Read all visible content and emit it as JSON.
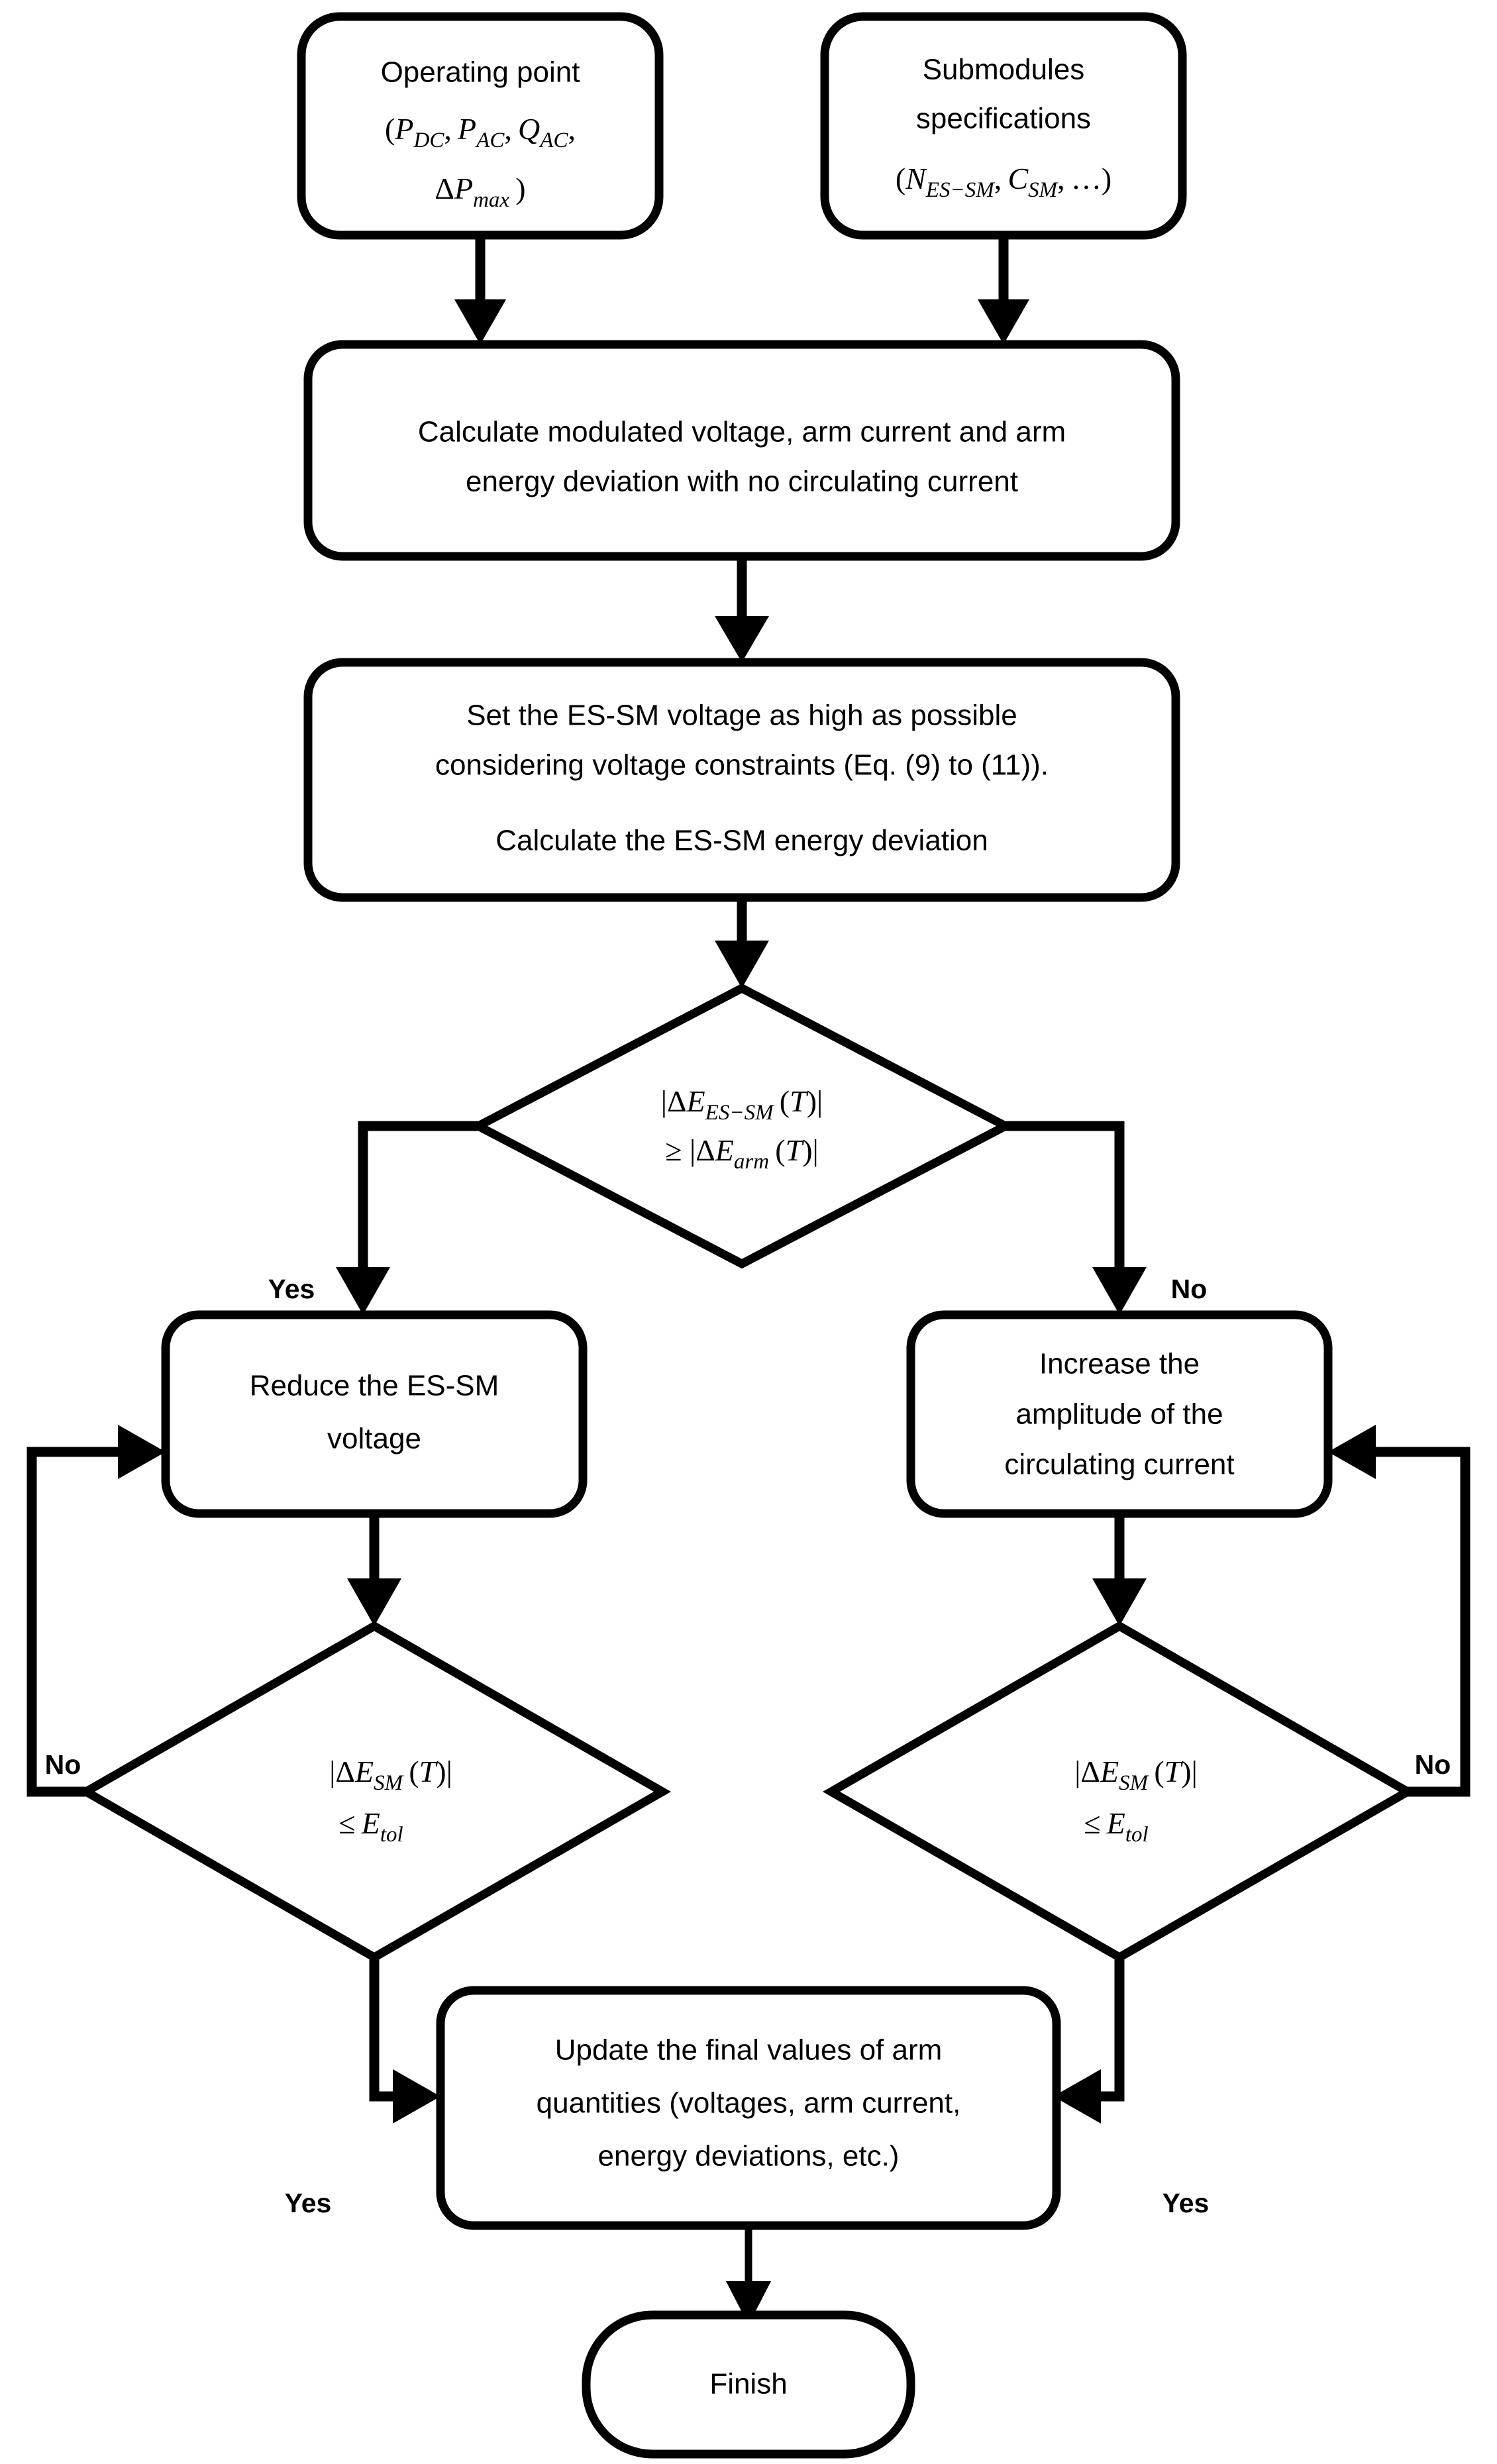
{
  "diagram": {
    "title": "ES-SM energy deviation sizing flowchart",
    "colors": {
      "stroke": "#000000",
      "fill": "#ffffff",
      "text": "#000000"
    },
    "nodes": {
      "operating_point": {
        "type": "terminator",
        "line1": "Operating point",
        "math": "(P_DC , P_AC , Q_AC ,",
        "math_line2": "ΔP_max )",
        "parts": {
          "p1_base": "P",
          "p1_sub": "DC",
          "p2_base": "P",
          "p2_sub": "AC",
          "p3_base": "Q",
          "p3_sub": "AC",
          "p4_delta": "ΔP",
          "p4_sub": "max",
          "open_paren": "(",
          "close_paren": ")",
          "comma": ","
        }
      },
      "submodules": {
        "type": "terminator",
        "line1": "Submodules",
        "line2": "specifications",
        "math": "(N_ES−SM , C_SM , …)",
        "parts": {
          "n_base": "N",
          "n_sub": "ES−SM",
          "c_base": "C",
          "c_sub": "SM",
          "ellipsis": "…"
        }
      },
      "calculate_modulated": {
        "type": "process",
        "line1": "Calculate modulated voltage, arm current and arm",
        "line2": "energy deviation with no circulating current"
      },
      "set_essm_voltage": {
        "type": "process",
        "line1": "Set the ES-SM voltage as high as possible",
        "line2": "considering voltage constraints (Eq. (9) to (11)).",
        "line3": "Calculate the ES-SM energy deviation"
      },
      "decision_compare": {
        "type": "decision",
        "math_line1": "|ΔE_ES−SM (T)|",
        "math_line2": "≥ |ΔE_arm (T)|",
        "parts": {
          "bar": "|",
          "delta_e": "ΔE",
          "sub1": "ES−SM",
          "t": "(T)",
          "geq": "≥",
          "sub2": "arm"
        }
      },
      "reduce_voltage": {
        "type": "process",
        "line1": "Reduce the ES-SM",
        "line2": "voltage"
      },
      "increase_current": {
        "type": "process",
        "line1": "Increase the",
        "line2": "amplitude of the",
        "line3": "circulating current"
      },
      "decision_tol_left": {
        "type": "decision",
        "math_line1": "|ΔE_SM (T)|",
        "math_line2": "≤ E_tol",
        "parts": {
          "bar": "|",
          "delta_e": "ΔE",
          "sub1": "SM",
          "t": "(T)",
          "leq": "≤",
          "e": "E",
          "sub2": "tol"
        }
      },
      "decision_tol_right": {
        "type": "decision",
        "math_line1": "|ΔE_SM (T)|",
        "math_line2": "≤ E_tol",
        "parts": {
          "bar": "|",
          "delta_e": "ΔE",
          "sub1": "SM",
          "t": "(T)",
          "leq": "≤",
          "e": "E",
          "sub2": "tol"
        }
      },
      "update_final": {
        "type": "process",
        "line1": "Update the final values of arm",
        "line2": "quantities (voltages, arm current,",
        "line3": "energy deviations, etc.)"
      },
      "finish": {
        "type": "terminator",
        "label": "Finish"
      }
    },
    "edge_labels": {
      "decision_yes_left": "Yes",
      "decision_no_right": "No",
      "loop_no_left": "No",
      "loop_no_right": "No",
      "yes_bottom_left": "Yes",
      "yes_bottom_right": "Yes"
    }
  }
}
